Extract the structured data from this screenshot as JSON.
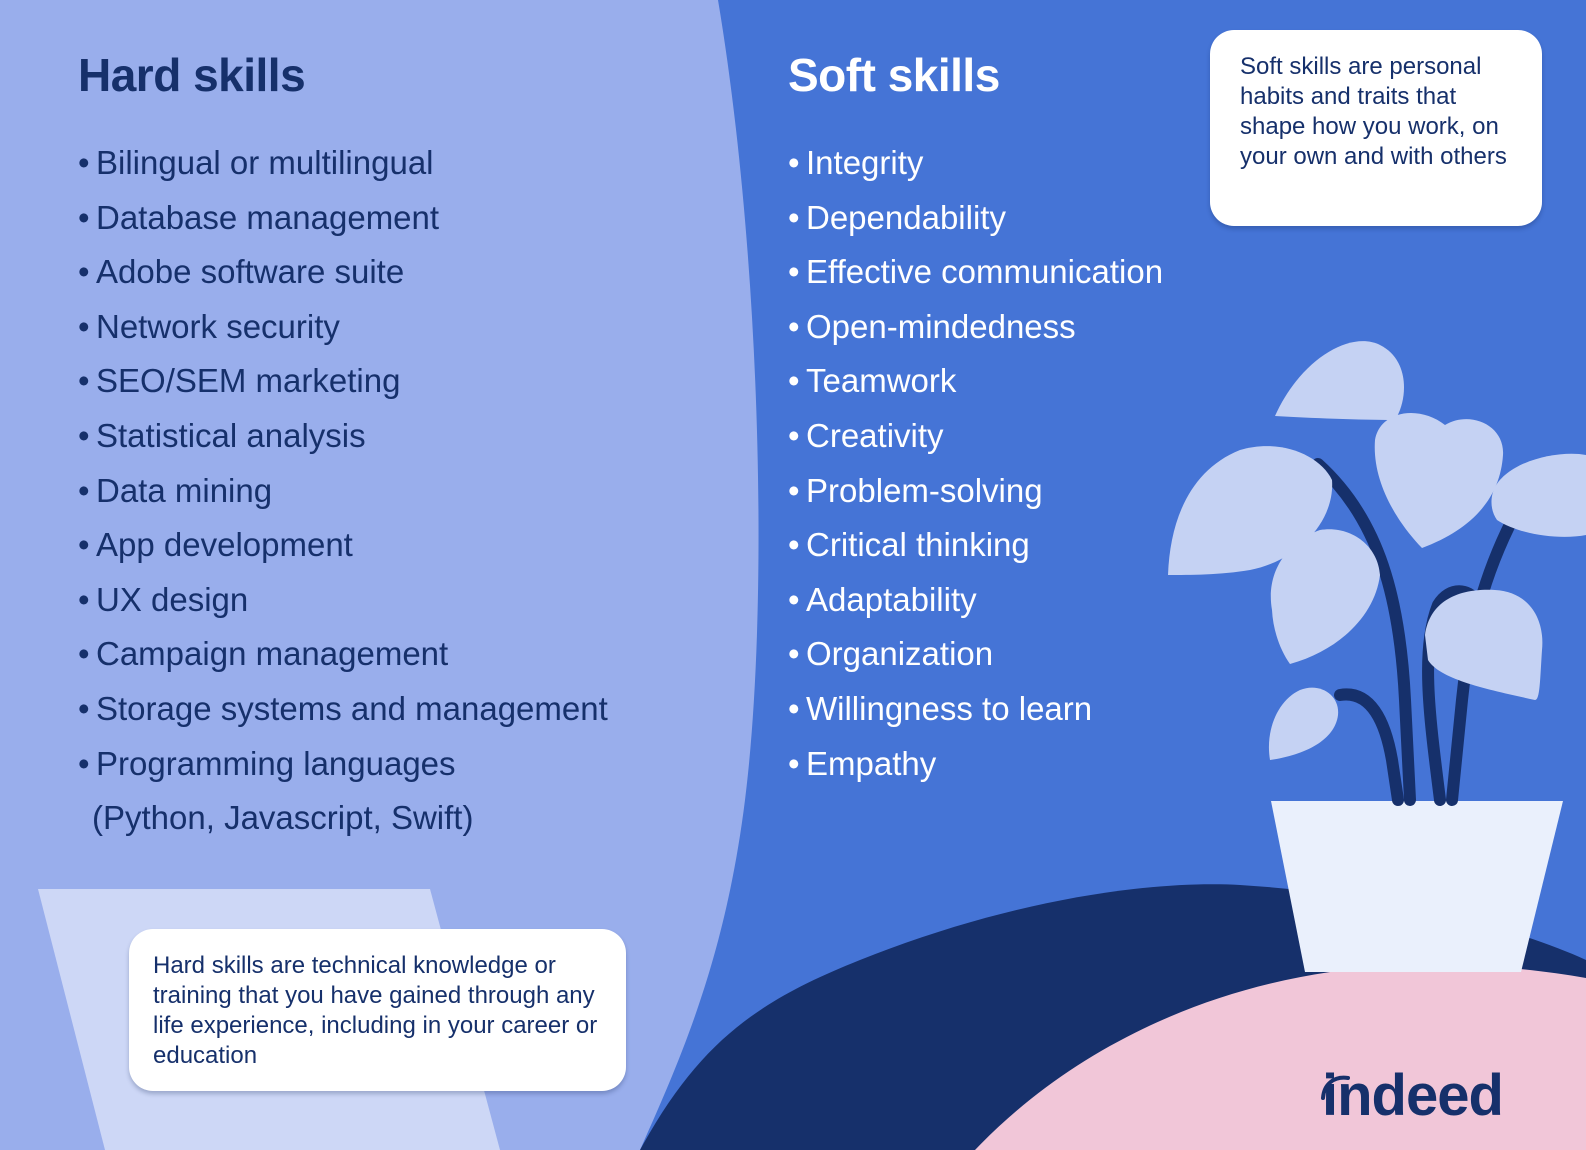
{
  "hard_skills": {
    "title": "Hard skills",
    "bullet": "•",
    "items": [
      "Bilingual or multilingual",
      "Database management",
      "Adobe software suite",
      "Network security",
      "SEO/SEM marketing",
      "Statistical analysis",
      "Data mining",
      "App development",
      "UX design",
      "Campaign management",
      "Storage systems and management",
      "Programming languages"
    ],
    "last_item_continuation": "(Python, Javascript, Swift)",
    "callout": "Hard skills are technical knowledge or training that you have gained through any life experience, including in your career or education"
  },
  "soft_skills": {
    "title": "Soft skills",
    "bullet": "•",
    "items": [
      "Integrity",
      "Dependability",
      "Effective communication",
      "Open-mindedness",
      "Teamwork",
      "Creativity",
      "Problem-solving",
      "Critical thinking",
      "Adaptability",
      "Organization",
      "Willingness to learn",
      "Empathy"
    ],
    "callout": "Soft skills are personal habits and traits that shape how you work, on your own and with others"
  },
  "brand": {
    "logo_text": "indeed"
  },
  "colors": {
    "light_panel": "#99aeec",
    "blue_panel": "#4574d6",
    "navy": "#16306b",
    "pink": "#f1c6d8",
    "pot": "#eaf0fc",
    "leaf": "#c5d2f3"
  }
}
